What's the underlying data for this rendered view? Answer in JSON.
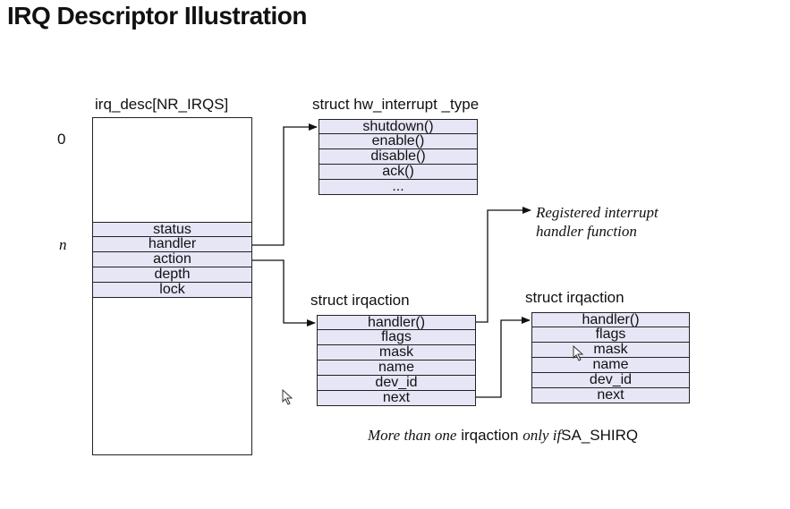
{
  "title": "IRQ Descriptor Illustration",
  "irq_desc": {
    "label": "irq_desc[NR_IRQS]",
    "index_top": "0",
    "index_n": "n",
    "fields": [
      "status",
      "handler",
      "action",
      "depth",
      "lock"
    ]
  },
  "hw_interrupt_type": {
    "label": "struct hw_interrupt _type",
    "fields": [
      "shutdown()",
      "enable()",
      "disable()",
      "ack()",
      "..."
    ]
  },
  "irqaction_1": {
    "label": "struct irqaction",
    "fields": [
      "handler()",
      "flags",
      "mask",
      "name",
      "dev_id",
      "next"
    ]
  },
  "irqaction_2": {
    "label": "struct irqaction",
    "fields": [
      "handler()",
      "flags",
      "mask",
      "name",
      "dev_id",
      "next"
    ]
  },
  "note": {
    "line1": "Registered interrupt",
    "line2": "handler function"
  },
  "footnote": {
    "part1": "More than one",
    "part2": "irqaction",
    "part3": "only if",
    "part4": "SA_SHIRQ"
  }
}
